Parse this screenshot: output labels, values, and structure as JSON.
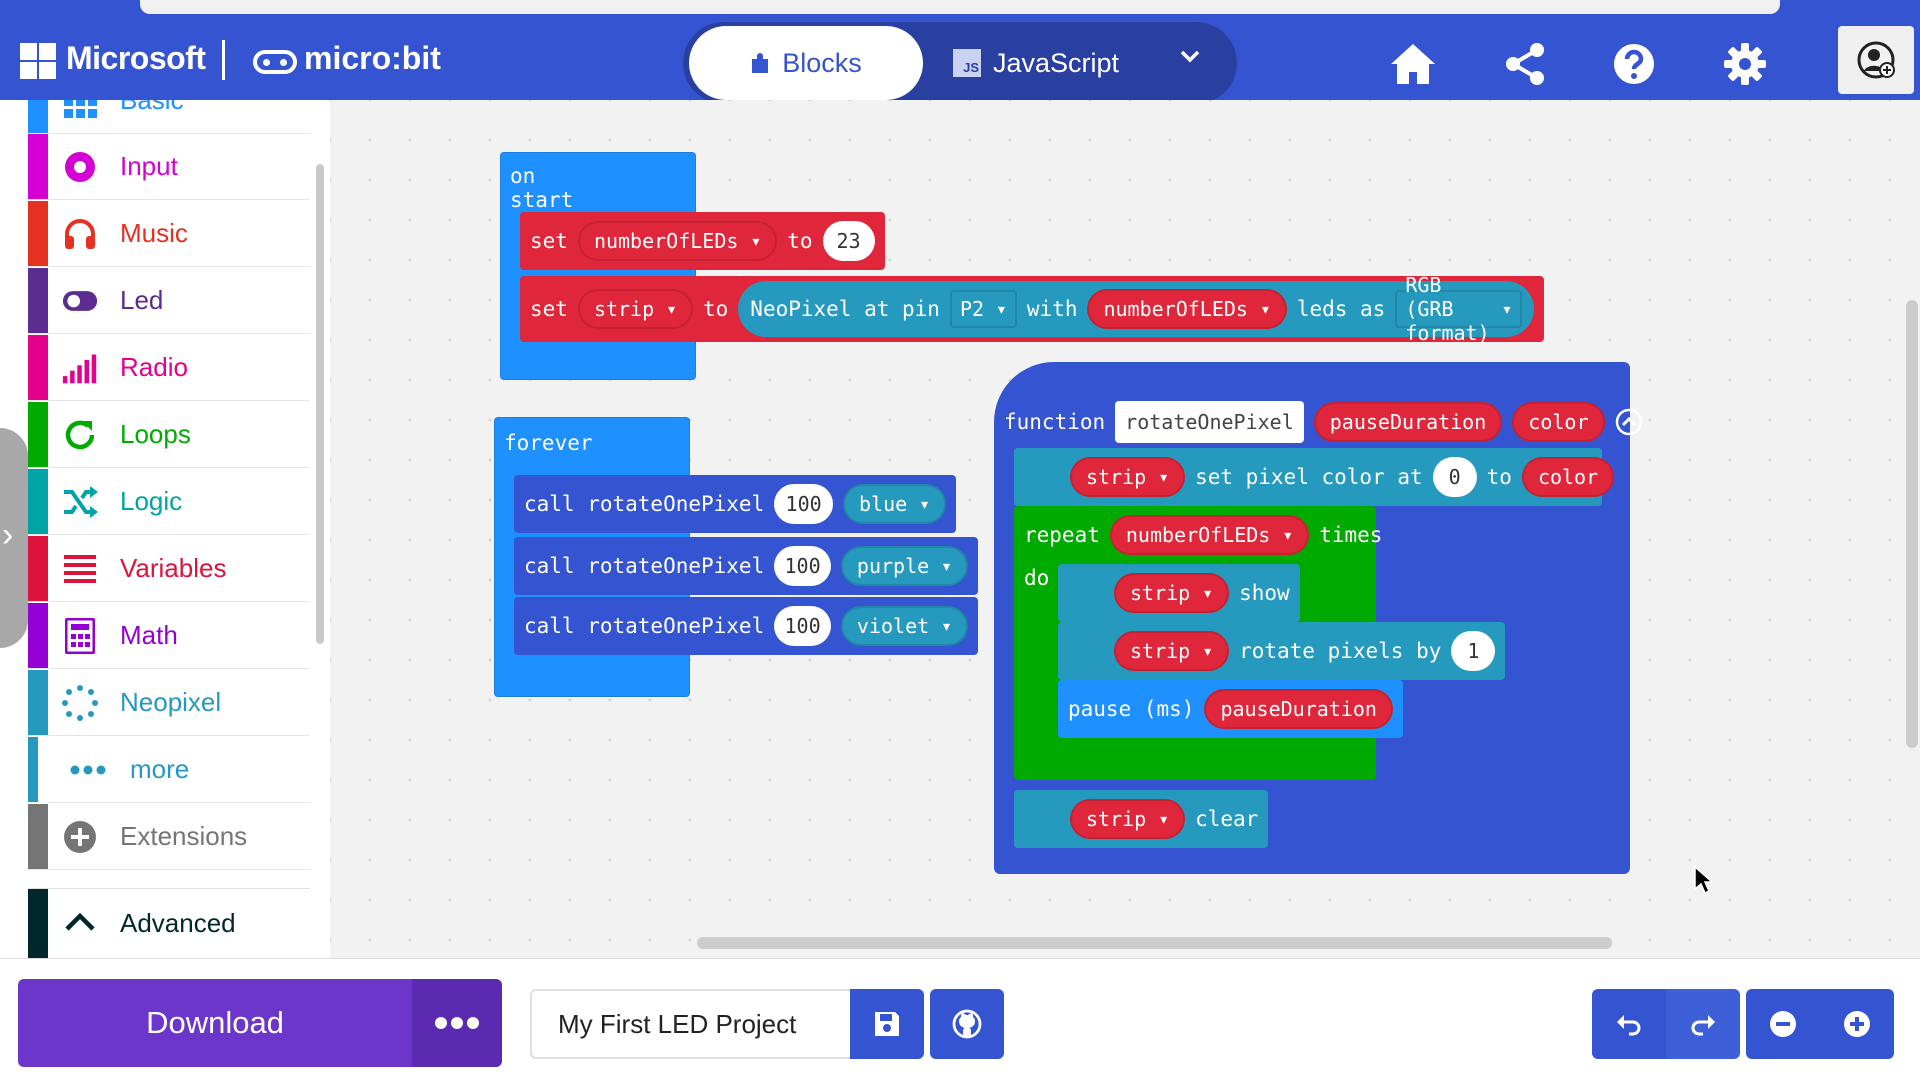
{
  "header": {
    "brand": "Microsoft",
    "product": "micro:bit",
    "modes": {
      "blocks": "Blocks",
      "javascript": "JavaScript",
      "js_badge": "JS"
    },
    "icons": [
      "home-icon",
      "share-icon",
      "help-icon",
      "settings-icon",
      "user-profile-icon"
    ]
  },
  "toolbox": {
    "items": [
      {
        "label": "Basic",
        "color": "#1e90ff"
      },
      {
        "label": "Input",
        "color": "#d400d4"
      },
      {
        "label": "Music",
        "color": "#e63022"
      },
      {
        "label": "Led",
        "color": "#5c2d91"
      },
      {
        "label": "Radio",
        "color": "#e3008c"
      },
      {
        "label": "Loops",
        "color": "#00aa00"
      },
      {
        "label": "Logic",
        "color": "#00a4a6"
      },
      {
        "label": "Variables",
        "color": "#dc143c"
      },
      {
        "label": "Math",
        "color": "#9400d3"
      },
      {
        "label": "Neopixel",
        "color": "#2699bf"
      },
      {
        "label": "more",
        "color": "#2699bf"
      },
      {
        "label": "Extensions",
        "color": "#757575"
      },
      {
        "label": "Advanced",
        "color": "#00272b"
      }
    ]
  },
  "blocks": {
    "on_start": {
      "hat": "on start",
      "set1": {
        "kw": "set",
        "var": "numberOfLEDs",
        "to": "to",
        "value": "23"
      },
      "set2": {
        "kw": "set",
        "var": "strip",
        "to": "to",
        "neo": "NeoPixel at pin",
        "pin": "P2",
        "with": "with",
        "count_var": "numberOfLEDs",
        "leds_as": "leds as",
        "mode": "RGB (GRB format)"
      }
    },
    "forever": {
      "hat": "forever",
      "calls": [
        {
          "call": "call rotateOnePixel",
          "pause": "100",
          "color": "blue"
        },
        {
          "call": "call rotateOnePixel",
          "pause": "100",
          "color": "purple"
        },
        {
          "call": "call rotateOnePixel",
          "pause": "100",
          "color": "violet"
        }
      ]
    },
    "function": {
      "kw": "function",
      "name": "rotateOnePixel",
      "params": [
        "pauseDuration",
        "color"
      ],
      "set_pixel": {
        "strip": "strip",
        "text": "set pixel color at",
        "index": "0",
        "to": "to",
        "color": "color"
      },
      "repeat": {
        "kw": "repeat",
        "var": "numberOfLEDs",
        "times": "times",
        "do": "do"
      },
      "show": {
        "strip": "strip",
        "text": "show"
      },
      "rotate": {
        "strip": "strip",
        "text": "rotate pixels by",
        "value": "1"
      },
      "pause": {
        "text": "pause (ms)",
        "var": "pauseDuration"
      },
      "clear": {
        "strip": "strip",
        "text": "clear"
      }
    }
  },
  "footer": {
    "download": "Download",
    "project_name": "My First LED Project"
  }
}
